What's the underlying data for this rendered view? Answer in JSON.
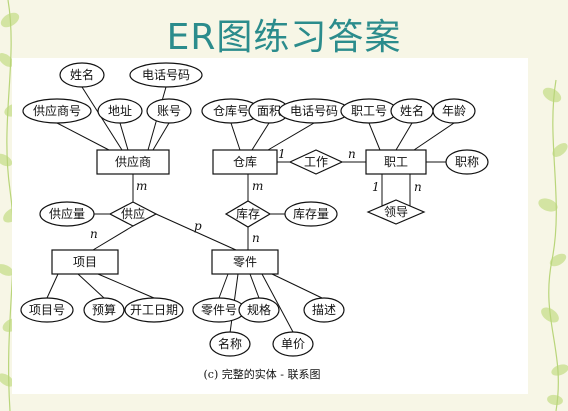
{
  "slide": {
    "title": "ER图练习答案"
  },
  "diagram": {
    "caption": "(c)  完整的实体 - 联系图",
    "entities": {
      "supplier": "供应商",
      "warehouse": "仓库",
      "employee": "职工",
      "project": "项目",
      "part": "零件"
    },
    "relationships": {
      "supply": "供应",
      "work": "工作",
      "lead": "领导",
      "stock": "库存"
    },
    "attributes": {
      "supplier_name": "姓名",
      "supplier_phone": "电话号码",
      "supplier_no": "供应商号",
      "supplier_address": "地址",
      "supplier_account": "账号",
      "warehouse_no": "仓库号",
      "warehouse_area": "面积",
      "warehouse_phone": "电话号码",
      "employee_no": "职工号",
      "employee_name": "姓名",
      "employee_age": "年龄",
      "employee_title": "职称",
      "supply_qty": "供应量",
      "stock_qty": "库存量",
      "project_no": "项目号",
      "project_budget": "预算",
      "project_start": "开工日期",
      "part_no": "零件号",
      "part_name": "名称",
      "part_spec": "规格",
      "part_price": "单价",
      "part_desc": "描述"
    },
    "cardinalities": {
      "work_warehouse": "1",
      "work_employee": "n",
      "lead_top": "1",
      "lead_bottom": "n",
      "supply_supplier": "m",
      "supply_project": "n",
      "supply_part": "p",
      "stock_warehouse": "m",
      "stock_part": "n"
    }
  }
}
